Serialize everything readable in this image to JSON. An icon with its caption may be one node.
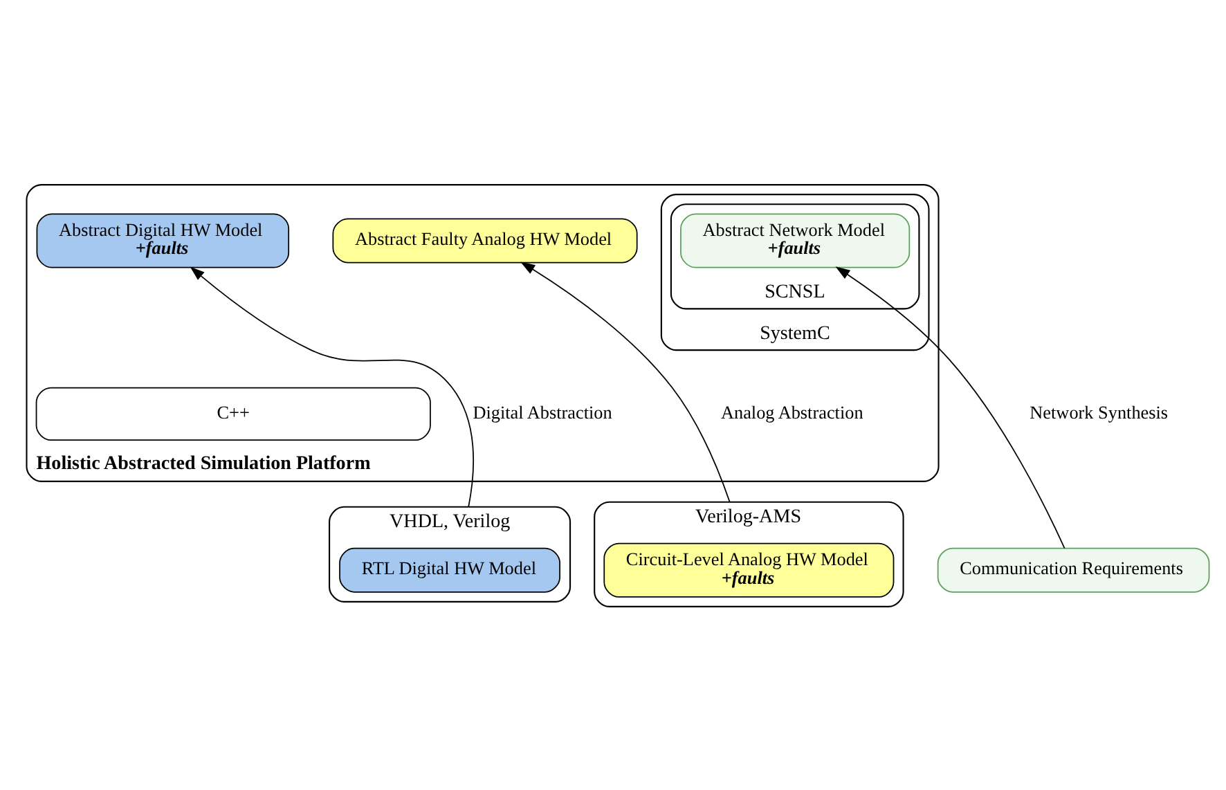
{
  "diagram": {
    "nodes": [
      {
        "text": [
          "Holistic Abstracted Simulation Platform"
        ]
      },
      {
        "text": [
          "SystemC"
        ],
        "in": 0
      },
      {
        "text": [
          "SCNSL"
        ],
        "in": 1
      },
      {
        "text": [
          "Abstract Digital HW Model",
          "+faults"
        ],
        "in": 0
      },
      {
        "text": [
          "Abstract Faulty Analog HW Model"
        ],
        "in": 0
      },
      {
        "text": [
          "Abstract Network Model",
          "+faults"
        ],
        "in": 2
      },
      {
        "text": [
          "C++"
        ],
        "in": 0
      },
      {
        "text": [
          "VHDL, Verilog"
        ]
      },
      {
        "text": [
          "RTL Digital HW Model"
        ],
        "in": 7
      },
      {
        "text": [
          "Verilog-AMS"
        ]
      },
      {
        "text": [
          "Circuit-Level Analog HW Model",
          "+faults"
        ],
        "in": 9
      },
      {
        "text": [
          "Communication Requirements"
        ]
      }
    ],
    "edges": [
      {
        "from": 7,
        "to": 3,
        "arrow": "to",
        "label": "Digital Abstraction"
      },
      {
        "from": 9,
        "to": 4,
        "arrow": "to",
        "label": "Analog Abstraction"
      },
      {
        "from": 11,
        "to": 5,
        "arrow": "to",
        "label": "Network Synthesis"
      }
    ]
  }
}
